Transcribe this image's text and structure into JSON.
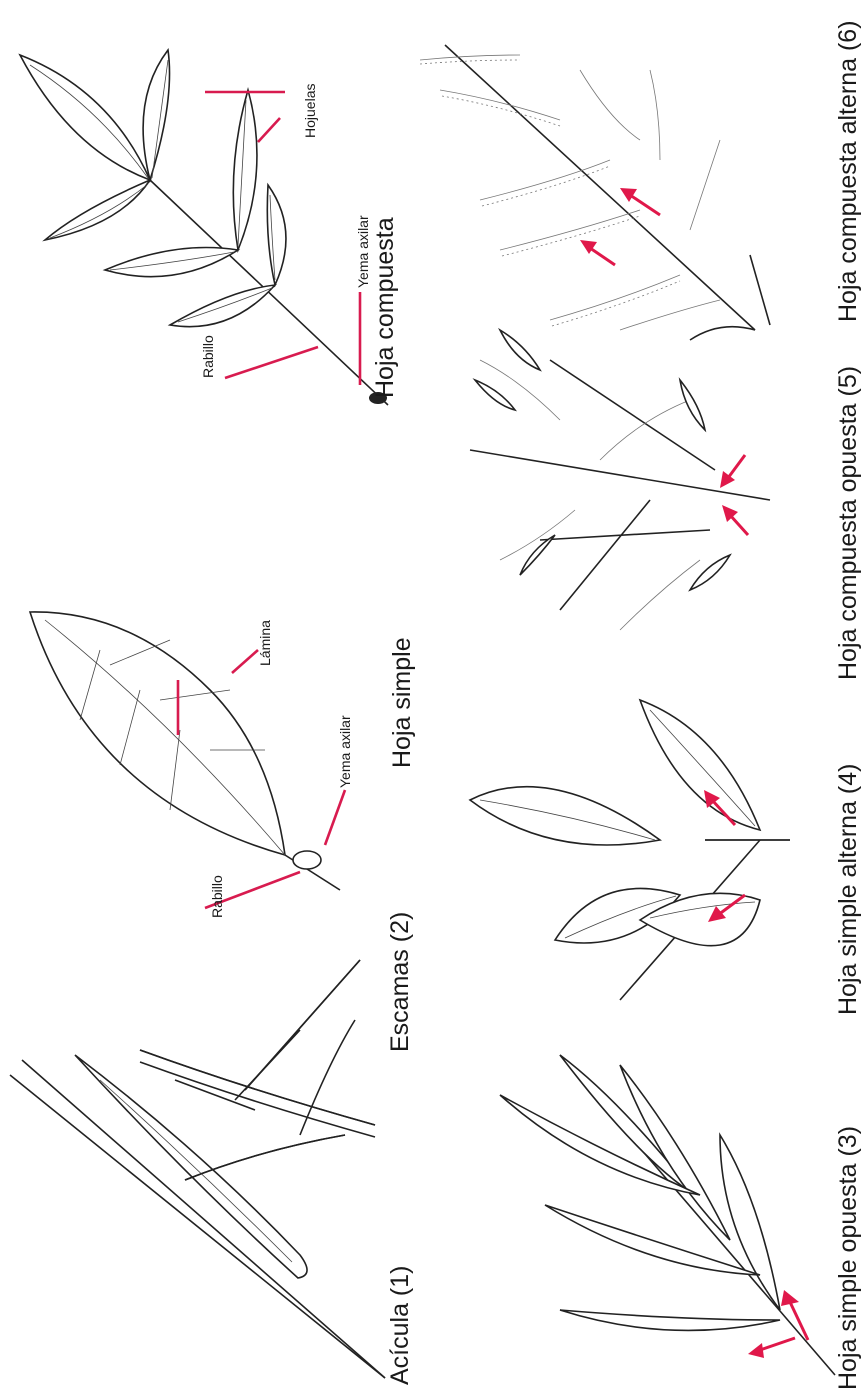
{
  "figure": {
    "titles": {
      "acicula": "Acícula (1)",
      "escamas": "Escamas (2)",
      "hoja_simple": "Hoja simple",
      "hoja_compuesta": "Hoja compuesta",
      "simple_opuesta": "Hoja simple opuesta (3)",
      "simple_alterna": "Hoja simple alterna (4)",
      "compuesta_opuesta": "Hoja compuesta opuesta (5)",
      "compuesta_alterna": "Hoja compuesta alterna (6)"
    },
    "labels": {
      "rabillo_1": "Rabillo",
      "yema_axilar_1": "Yema axilar",
      "lamina": "Lámina",
      "rabillo_2": "Rabillo",
      "yema_axilar_2": "Yema axilar",
      "hojuelas": "Hojuelas"
    },
    "colors": {
      "pointer": "#d81b4f",
      "line": "#222222"
    }
  }
}
